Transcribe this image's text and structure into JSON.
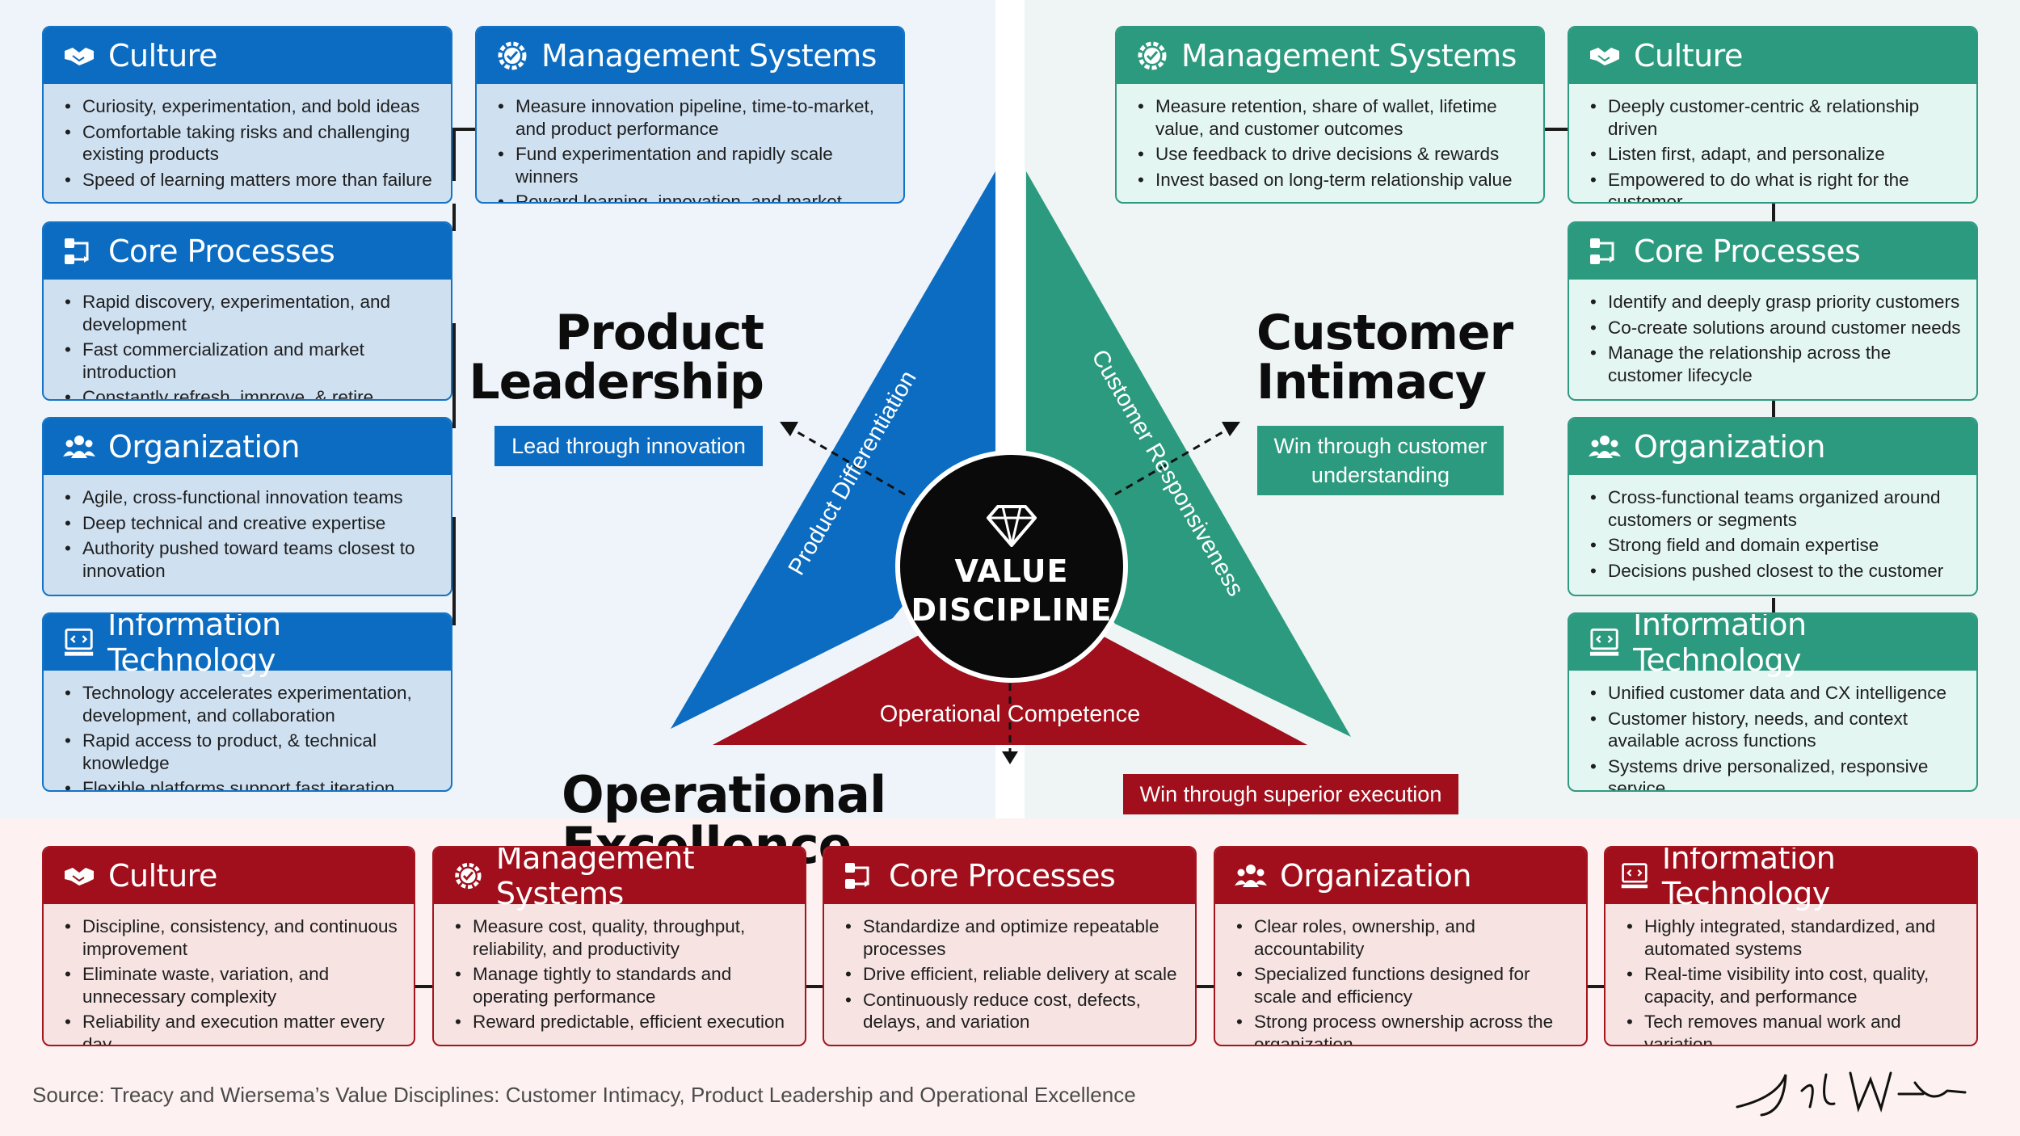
{
  "product": {
    "title_line1": "Product",
    "title_line2": "Leadership",
    "tagline": "Lead through innovation",
    "triangle_label": "Product Differentiation",
    "color": "#0b6cc1",
    "cards": {
      "culture": {
        "title": "Culture",
        "icon": "handshake-icon",
        "items": [
          "Curiosity, experimentation, and bold ideas",
          "Comfortable taking risks and challenging existing products",
          "Speed of learning matters more than failure"
        ]
      },
      "management": {
        "title": "Management Systems",
        "icon": "gear-check-icon",
        "items": [
          "Measure innovation pipeline, time-to-market, and product performance",
          "Fund experimentation and rapidly scale winners",
          "Reward learning, innovation, and market creation"
        ]
      },
      "processes": {
        "title": "Core Processes",
        "icon": "process-flow-icon",
        "items": [
          "Rapid discovery, experimentation, and development",
          "Fast commercialization and market introduction",
          "Constantly refresh, improve, & retire offerings"
        ]
      },
      "organization": {
        "title": "Organization",
        "icon": "people-group-icon",
        "items": [
          "Agile, cross-functional innovation teams",
          "Deep technical and creative expertise",
          "Authority pushed toward teams closest to innovation"
        ]
      },
      "it": {
        "title": "Information Technology",
        "icon": "computer-code-icon",
        "items": [
          "Technology accelerates experimentation, development, and collaboration",
          "Rapid access to product, & technical knowledge",
          "Flexible platforms support fast iteration"
        ]
      }
    }
  },
  "customer": {
    "title_line1": "Customer",
    "title_line2": "Intimacy",
    "tagline_line1": "Win through customer",
    "tagline_line2": "understanding",
    "triangle_label": "Customer Responsiveness",
    "color": "#2b9a7e",
    "cards": {
      "management": {
        "title": "Management Systems",
        "icon": "gear-check-icon",
        "items": [
          "Measure retention, share of wallet, lifetime value, and customer outcomes",
          "Use feedback to drive decisions & rewards",
          "Invest based on long-term relationship value"
        ]
      },
      "culture": {
        "title": "Culture",
        "icon": "handshake-icon",
        "items": [
          "Deeply customer-centric & relationship driven",
          "Listen first, adapt, and personalize",
          "Empowered to do what is right for the customer"
        ]
      },
      "processes": {
        "title": "Core Processes",
        "icon": "process-flow-icon",
        "items": [
          "Identify and deeply grasp priority customers",
          "Co-create solutions around customer needs",
          "Manage the relationship across the customer lifecycle"
        ]
      },
      "organization": {
        "title": "Organization",
        "icon": "people-group-icon",
        "items": [
          "Cross-functional teams organized around customers or segments",
          "Strong field and domain expertise",
          "Decisions pushed closest to the customer"
        ]
      },
      "it": {
        "title": "Information Technology",
        "icon": "computer-code-icon",
        "items": [
          "Unified customer data and CX intelligence",
          "Customer history, needs, and context available across functions",
          "Systems drive personalized, responsive service"
        ]
      }
    }
  },
  "operational": {
    "title": "Operational Excellence",
    "tagline": "Win through superior execution",
    "triangle_label": "Operational Competence",
    "color": "#a00f1b",
    "cards": {
      "culture": {
        "title": "Culture",
        "icon": "handshake-icon",
        "items": [
          "Discipline, consistency, and continuous improvement",
          "Eliminate waste, variation, and unnecessary complexity",
          "Reliability and execution matter every day"
        ]
      },
      "management": {
        "title": "Management Systems",
        "icon": "gear-check-icon",
        "items": [
          "Measure cost, quality, throughput, reliability, and productivity",
          "Manage tightly to standards and operating performance",
          "Reward predictable, efficient execution"
        ]
      },
      "processes": {
        "title": "Core Processes",
        "icon": "process-flow-icon",
        "items": [
          "Standardize and optimize repeatable processes",
          "Drive efficient, reliable delivery at scale",
          "Continuously reduce cost, defects, delays, and variation"
        ]
      },
      "organization": {
        "title": "Organization",
        "icon": "people-group-icon",
        "items": [
          "Clear roles, ownership, and accountability",
          "Specialized functions designed for scale and efficiency",
          "Strong process ownership across the organization"
        ]
      },
      "it": {
        "title": "Information Technology",
        "icon": "computer-code-icon",
        "items": [
          "Highly integrated, standardized, and automated systems",
          "Real-time visibility into cost, quality, capacity, and performance",
          "Tech removes manual work and variation"
        ]
      }
    }
  },
  "center": {
    "line1": "VALUE",
    "line2": "DISCIPLINE",
    "icon": "diamond-icon"
  },
  "source": "Source: Treacy and Wiersema’s Value Disciplines: Customer Intimacy, Product Leadership and Operational Excellence",
  "signature": "Jeff Winter"
}
